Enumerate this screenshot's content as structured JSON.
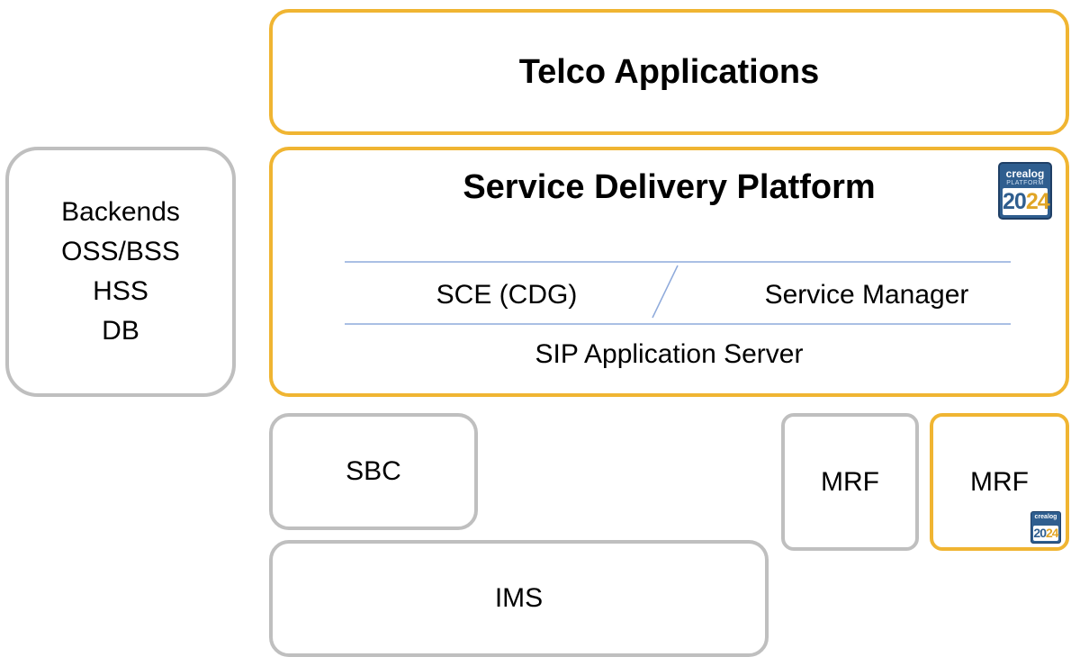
{
  "backends": {
    "lines": [
      "Backends",
      "OSS/BSS",
      "HSS",
      "DB"
    ]
  },
  "telco": {
    "title": "Telco Applications"
  },
  "sdp": {
    "title": "Service Delivery Platform",
    "sce": "SCE (CDG)",
    "service_manager": "Service Manager",
    "sip_as": "SIP Application Server",
    "badge": {
      "brand": "crealog",
      "sub": "PLATFORM",
      "year_a": "20",
      "year_b": "24"
    }
  },
  "sbc": {
    "label": "SBC"
  },
  "ims": {
    "label": "IMS"
  },
  "mrf_left": {
    "label": "MRF"
  },
  "mrf_right": {
    "label": "MRF",
    "badge": {
      "brand": "crealog",
      "year_a": "20",
      "year_b": "24"
    }
  },
  "colors": {
    "gold_border": "#f0b532",
    "gray_border": "#bfbfbf",
    "divider": "#8eaadb",
    "badge_blue": "#2f5e8f"
  }
}
